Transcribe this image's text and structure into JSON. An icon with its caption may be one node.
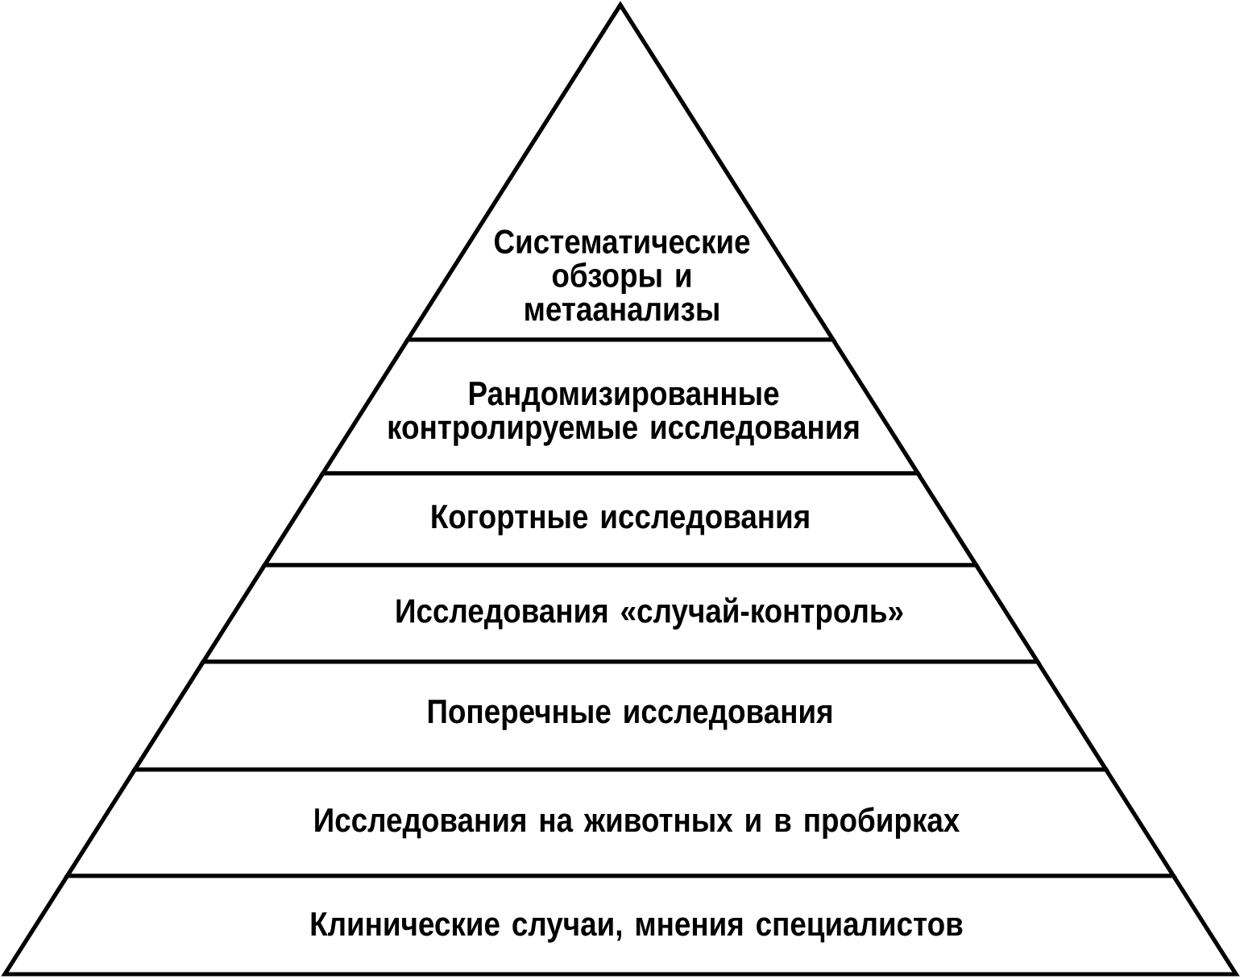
{
  "diagram": {
    "nodes": [
      {
        "text": [
          "Систематические обзоры и метаанализы"
        ]
      },
      {
        "text": [
          "Рандомизированные контролируемые исследования"
        ]
      },
      {
        "text": [
          "Когортные исследования"
        ]
      },
      {
        "text": [
          "Исследования «случай-контроль»"
        ]
      },
      {
        "text": [
          "Поперечные исследования"
        ]
      },
      {
        "text": [
          "Исследования на животных и в пробирках"
        ]
      },
      {
        "text": [
          "Клинические случаи, мнения специалистов"
        ]
      }
    ]
  }
}
